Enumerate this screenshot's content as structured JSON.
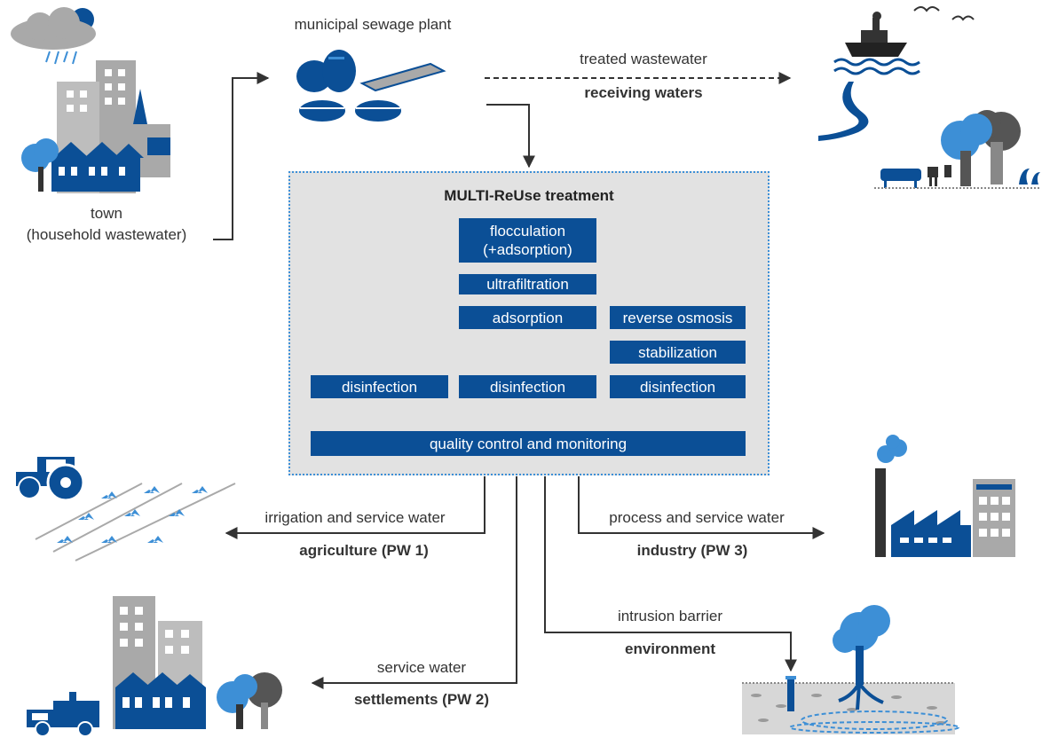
{
  "colors": {
    "dark_blue": "#0b4f96",
    "light_blue": "#3d8fd6",
    "panel_gray": "#e2e2e2",
    "gray": "#a9a9a9",
    "dark_gray": "#555555",
    "arrow": "#333333"
  },
  "icons": [
    "rain-cloud-icon",
    "town-icon",
    "sewage-plant-icon",
    "ship-icon",
    "birds-icon",
    "river-icon",
    "trees-icon",
    "animals-icon",
    "tractor-icon",
    "crops-icon",
    "factory-icon",
    "settlement-buildings-icon",
    "truck-icon",
    "groundwater-tree-icon",
    "well-icon"
  ],
  "source": {
    "town_label_1": "town",
    "town_label_2": "(household wastewater)",
    "plant_label": "municipal sewage plant",
    "treated_label": "treated wastewater",
    "receiving_label": "receiving waters"
  },
  "treatment": {
    "title": "MULTI-ReUse treatment",
    "flocculation_1": "flocculation",
    "flocculation_2": "(+adsorption)",
    "ultrafiltration": "ultrafiltration",
    "adsorption": "adsorption",
    "reverse_osmosis": "reverse osmosis",
    "stabilization": "stabilization",
    "disinfection_left": "disinfection",
    "disinfection_mid": "disinfection",
    "disinfection_right": "disinfection",
    "quality_control": "quality control and monitoring"
  },
  "outputs": {
    "agri_use": "irrigation and service water",
    "agri_target": "agriculture (PW 1)",
    "ind_use": "process and service water",
    "ind_target": "industry (PW 3)",
    "env_use": "intrusion barrier",
    "env_target": "environment",
    "set_use": "service water",
    "set_target": "settlements (PW 2)"
  }
}
